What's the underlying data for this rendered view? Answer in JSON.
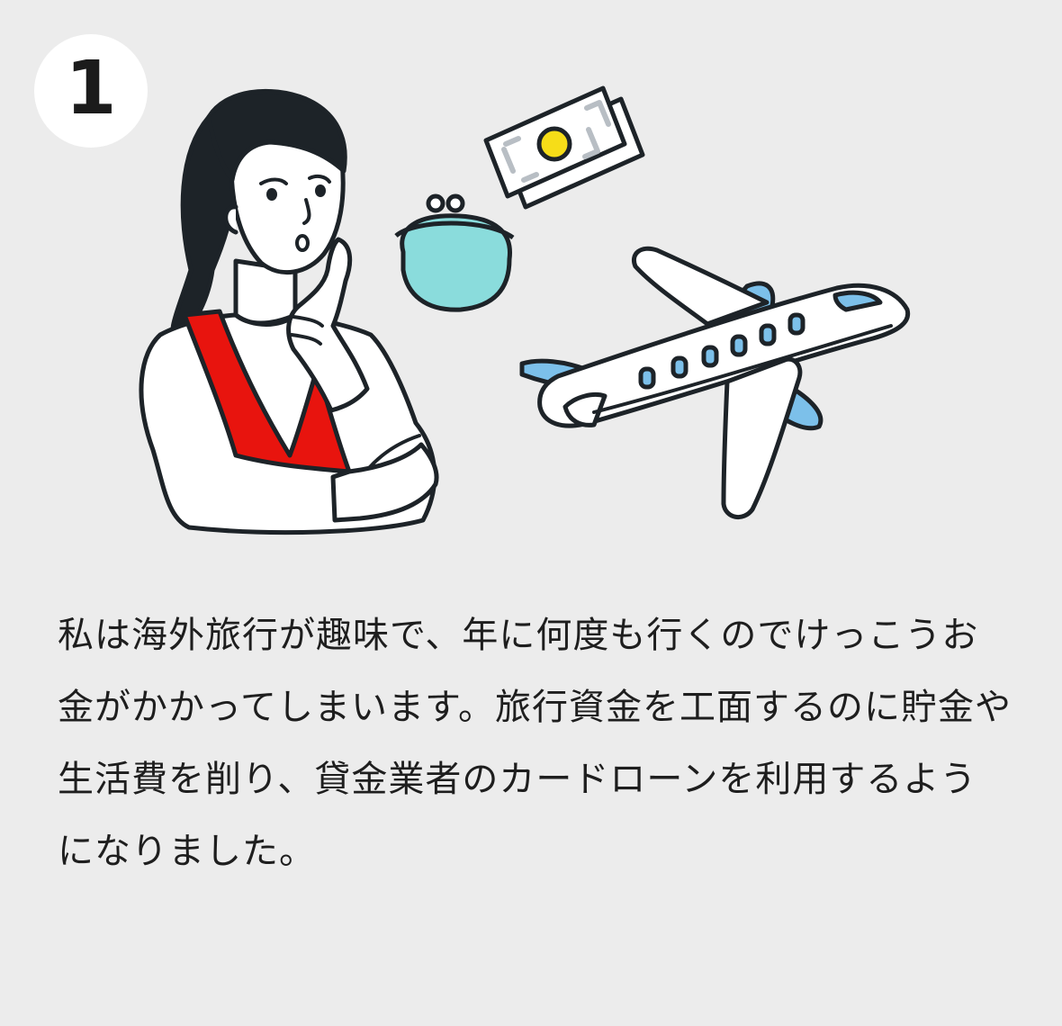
{
  "step": {
    "number": "1"
  },
  "caption": {
    "text": "私は海外旅行が趣味で、年に何度も行くのでけっこうお金がかかってしまいます。旅行資金を工面するのに貯金や生活費を削り、貸金業者のカードローンを利用するようになりました。"
  },
  "illustration": {
    "icons": [
      "woman-thinking",
      "coin-purse-icon",
      "banknote-icon",
      "airplane-icon"
    ]
  },
  "colors": {
    "background": "#ececec",
    "accent_red": "#e8140e",
    "purse_teal": "#8adcdc",
    "plane_blue": "#7cc0ea",
    "coin_yellow": "#f6dd18",
    "outline": "#1d2328"
  }
}
